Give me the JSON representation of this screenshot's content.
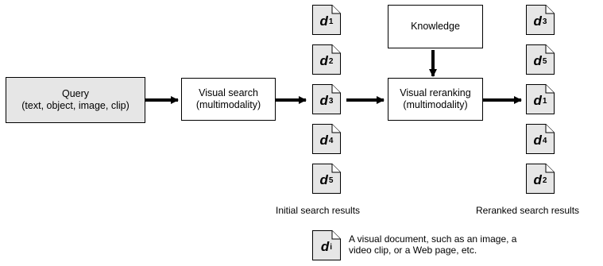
{
  "query": {
    "line1": "Query",
    "line2": "(text, object, image, clip)"
  },
  "visual_search": {
    "line1": "Visual search",
    "line2": "(multimodality)"
  },
  "knowledge": {
    "label": "Knowledge"
  },
  "visual_reranking": {
    "line1": "Visual reranking",
    "line2": "(multimodality)"
  },
  "initial_results": {
    "caption": "Initial search results",
    "docs": [
      {
        "letter": "d",
        "sub": "1"
      },
      {
        "letter": "d",
        "sub": "2"
      },
      {
        "letter": "d",
        "sub": "3"
      },
      {
        "letter": "d",
        "sub": "4"
      },
      {
        "letter": "d",
        "sub": "5"
      }
    ]
  },
  "reranked_results": {
    "caption": "Reranked search results",
    "docs": [
      {
        "letter": "d",
        "sub": "3"
      },
      {
        "letter": "d",
        "sub": "5"
      },
      {
        "letter": "d",
        "sub": "1"
      },
      {
        "letter": "d",
        "sub": "4"
      },
      {
        "letter": "d",
        "sub": "2"
      }
    ]
  },
  "legend": {
    "doc": {
      "letter": "d",
      "sub": "i"
    },
    "line1": "A visual document, such as an image, a",
    "line2": "video clip, or a Web page, etc."
  },
  "colors": {
    "query_fill": "#e6e6e6",
    "doc_fill": "#e6e6e6",
    "stroke": "#000000"
  }
}
